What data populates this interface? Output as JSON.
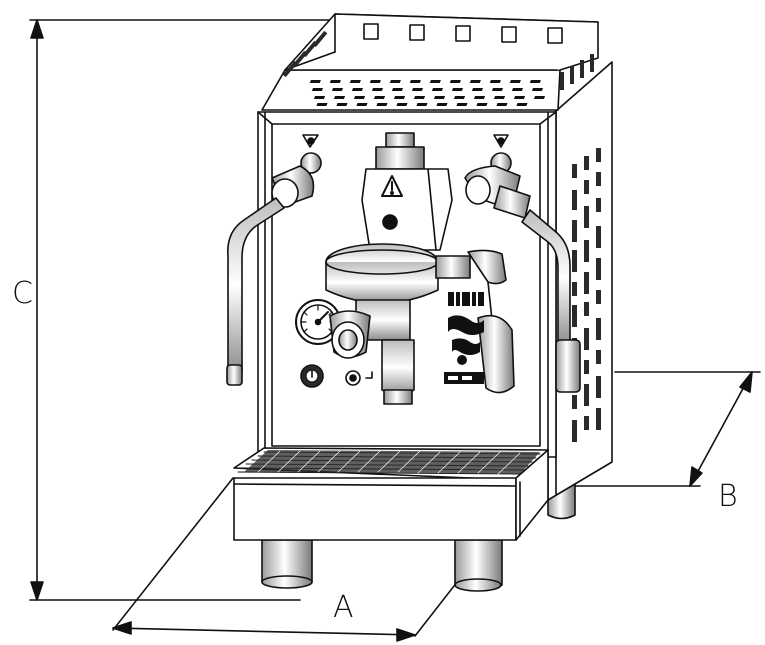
{
  "dimensions": {
    "width_label": "A",
    "depth_label": "B",
    "height_label": "C"
  },
  "colors": {
    "line": "#111111",
    "fill": "#ffffff",
    "shade": "#d9d9d9",
    "dark": "#2a2a2a"
  },
  "icons": {
    "warning": "warning-triangle-icon",
    "power": "power-switch-icon",
    "gauge": "pressure-gauge-icon"
  }
}
